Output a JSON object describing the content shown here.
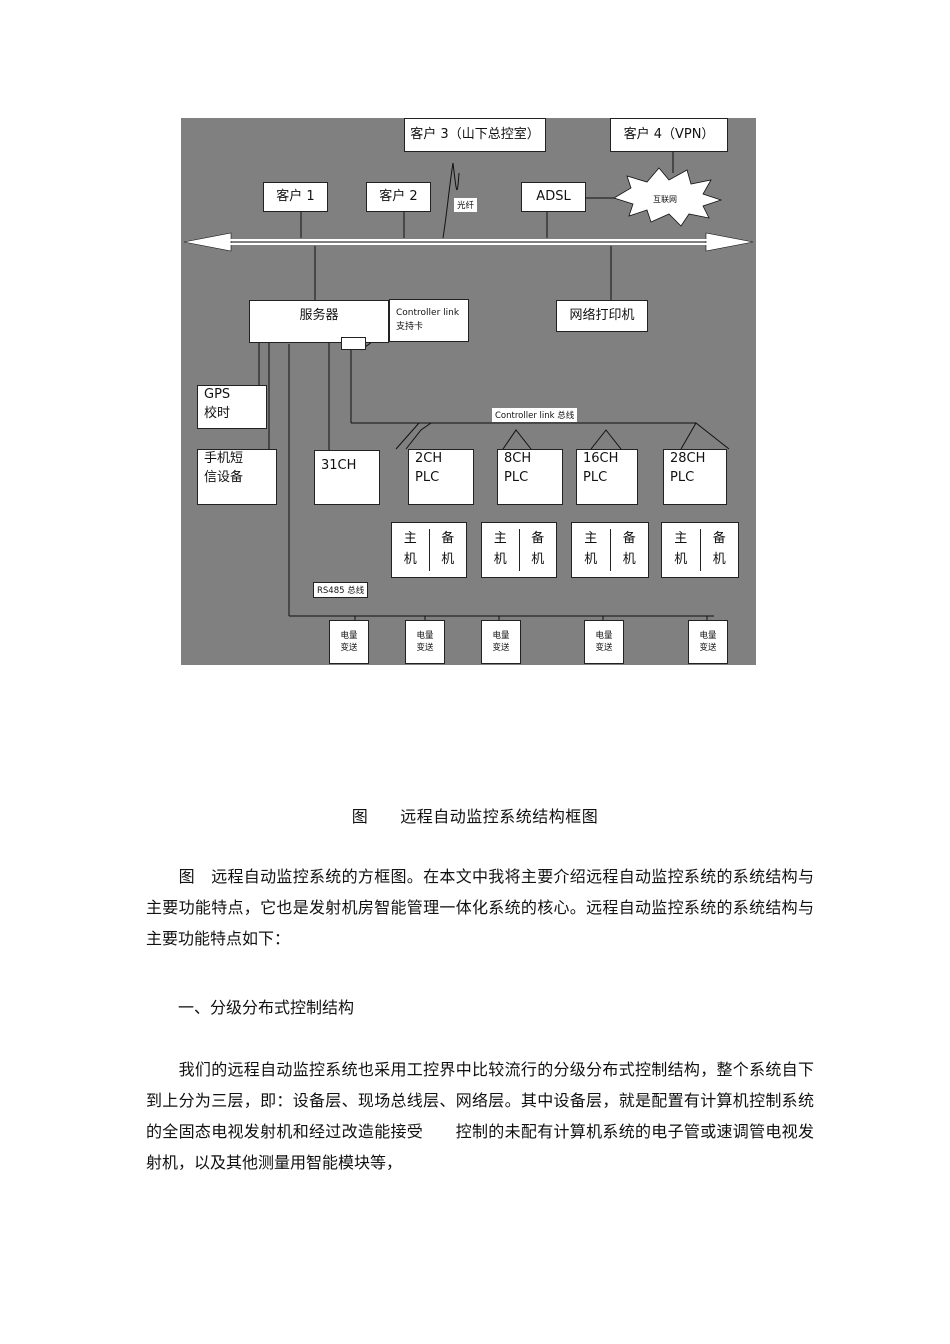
{
  "diagram": {
    "client3": "客户 3（山下总控室）",
    "client4": "客户 4（VPN）",
    "client1": "客户 1",
    "client2": "客户 2",
    "fiber": "光纤",
    "adsl": "ADSL",
    "internet": "互联网",
    "server": "服务器",
    "card_line1": "Controller link",
    "card_line2": "支持卡",
    "printer": "网络打印机",
    "gps_line1": "GPS",
    "gps_line2": "校时",
    "sms_line1": "手机短",
    "sms_line2": "信设备",
    "ch31": "31CH",
    "bus_label": "Controller link 总线",
    "plcs": [
      {
        "ch": "2CH",
        "plc": "PLC"
      },
      {
        "ch": "8CH",
        "plc": "PLC"
      },
      {
        "ch": "16CH",
        "plc": "PLC"
      },
      {
        "ch": "28CH",
        "plc": "PLC"
      }
    ],
    "main_host": [
      "主",
      "机"
    ],
    "backup_host": [
      "备",
      "机"
    ],
    "rs485_label": "RS485 总线",
    "meter_line1": "电量",
    "meter_line2": "变送"
  },
  "caption": {
    "fig": "图",
    "title": "远程自动监控系统结构框图"
  },
  "paragraphs": {
    "p1": "　　图　远程自动监控系统的方框图。在本文中我将主要介绍远程自动监控系统的系统结构与主要功能特点，它也是发射机房智能管理一体化系统的核心。远程自动监控系统的系统结构与主要功能特点如下：",
    "p2": "　　一、分级分布式控制结构",
    "p3": "　　我们的远程自动监控系统也采用工控界中比较流行的分级分布式控制结构，整个系统自下到上分为三层，即：设备层、现场总线层、网络层。其中设备层，就是配置有计算机控制系统的全固态电视发射机和经过改造能接受　　控制的未配有计算机系统的电子管或速调管电视发射机，以及其他测量用智能模块等，"
  }
}
